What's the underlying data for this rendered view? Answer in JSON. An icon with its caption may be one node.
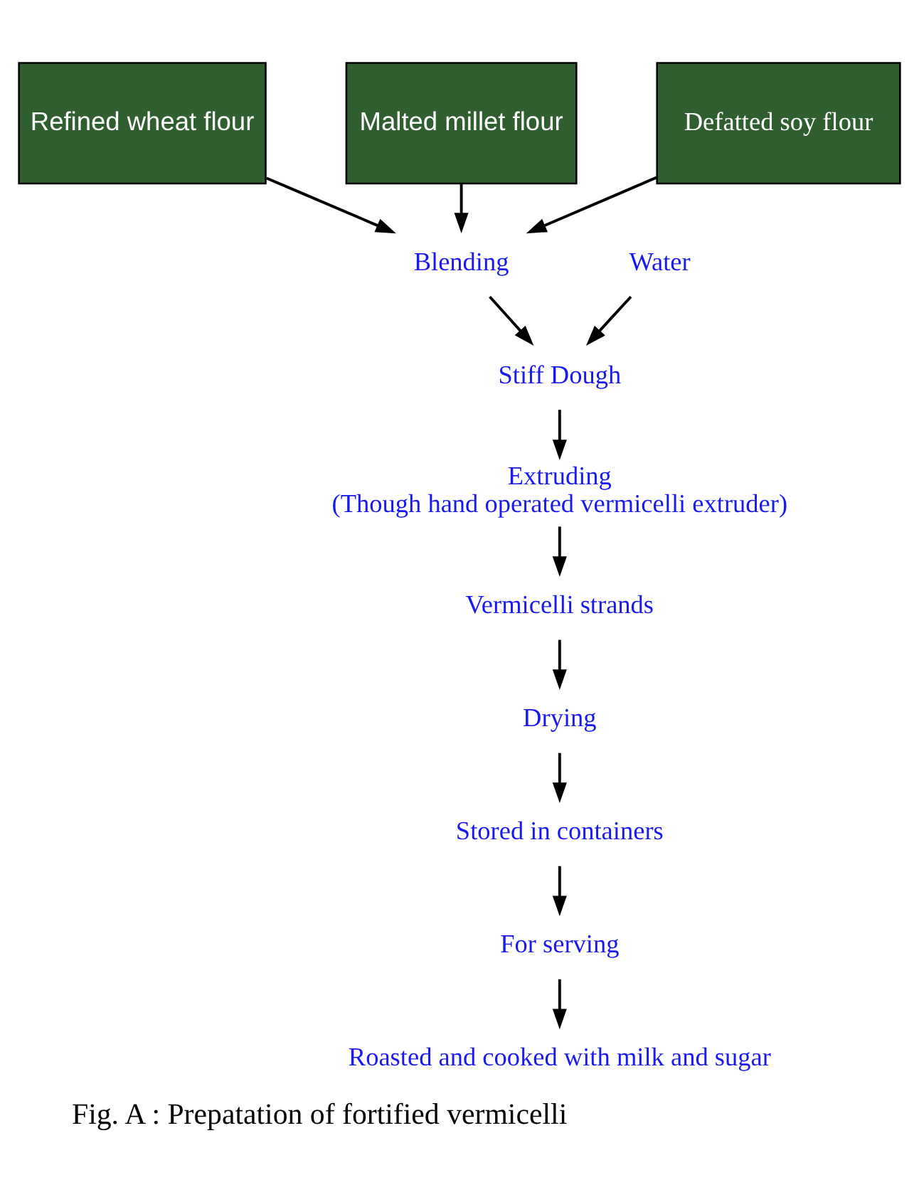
{
  "diagram": {
    "caption": "Fig. A : Prepatation of fortified vermicelli",
    "nodes": [
      {
        "text": [
          "Refined wheat flour"
        ]
      },
      {
        "text": [
          "Malted millet flour"
        ]
      },
      {
        "text": [
          "Defatted soy flour"
        ]
      },
      {
        "text": [
          "Blending"
        ]
      },
      {
        "text": [
          "Water"
        ]
      },
      {
        "text": [
          "Stiff Dough"
        ]
      },
      {
        "text": [
          "Extruding",
          "(Though hand operated vermicelli extruder)"
        ]
      },
      {
        "text": [
          "Vermicelli strands"
        ]
      },
      {
        "text": [
          "Drying"
        ]
      },
      {
        "text": [
          "Stored in containers"
        ]
      },
      {
        "text": [
          "For serving"
        ]
      },
      {
        "text": [
          "Roasted and cooked with milk and sugar"
        ]
      }
    ],
    "edges": [
      {
        "from": 0,
        "to": 3,
        "arrow": "to"
      },
      {
        "from": 1,
        "to": 3,
        "arrow": "to"
      },
      {
        "from": 2,
        "to": 3,
        "arrow": "to"
      },
      {
        "from": 3,
        "to": 5,
        "arrow": "to"
      },
      {
        "from": 4,
        "to": 5,
        "arrow": "to"
      },
      {
        "from": 5,
        "to": 6,
        "arrow": "to"
      },
      {
        "from": 6,
        "to": 7,
        "arrow": "to"
      },
      {
        "from": 7,
        "to": 8,
        "arrow": "to"
      },
      {
        "from": 8,
        "to": 9,
        "arrow": "to"
      },
      {
        "from": 9,
        "to": 10,
        "arrow": "to"
      },
      {
        "from": 10,
        "to": 11,
        "arrow": "to"
      }
    ]
  }
}
